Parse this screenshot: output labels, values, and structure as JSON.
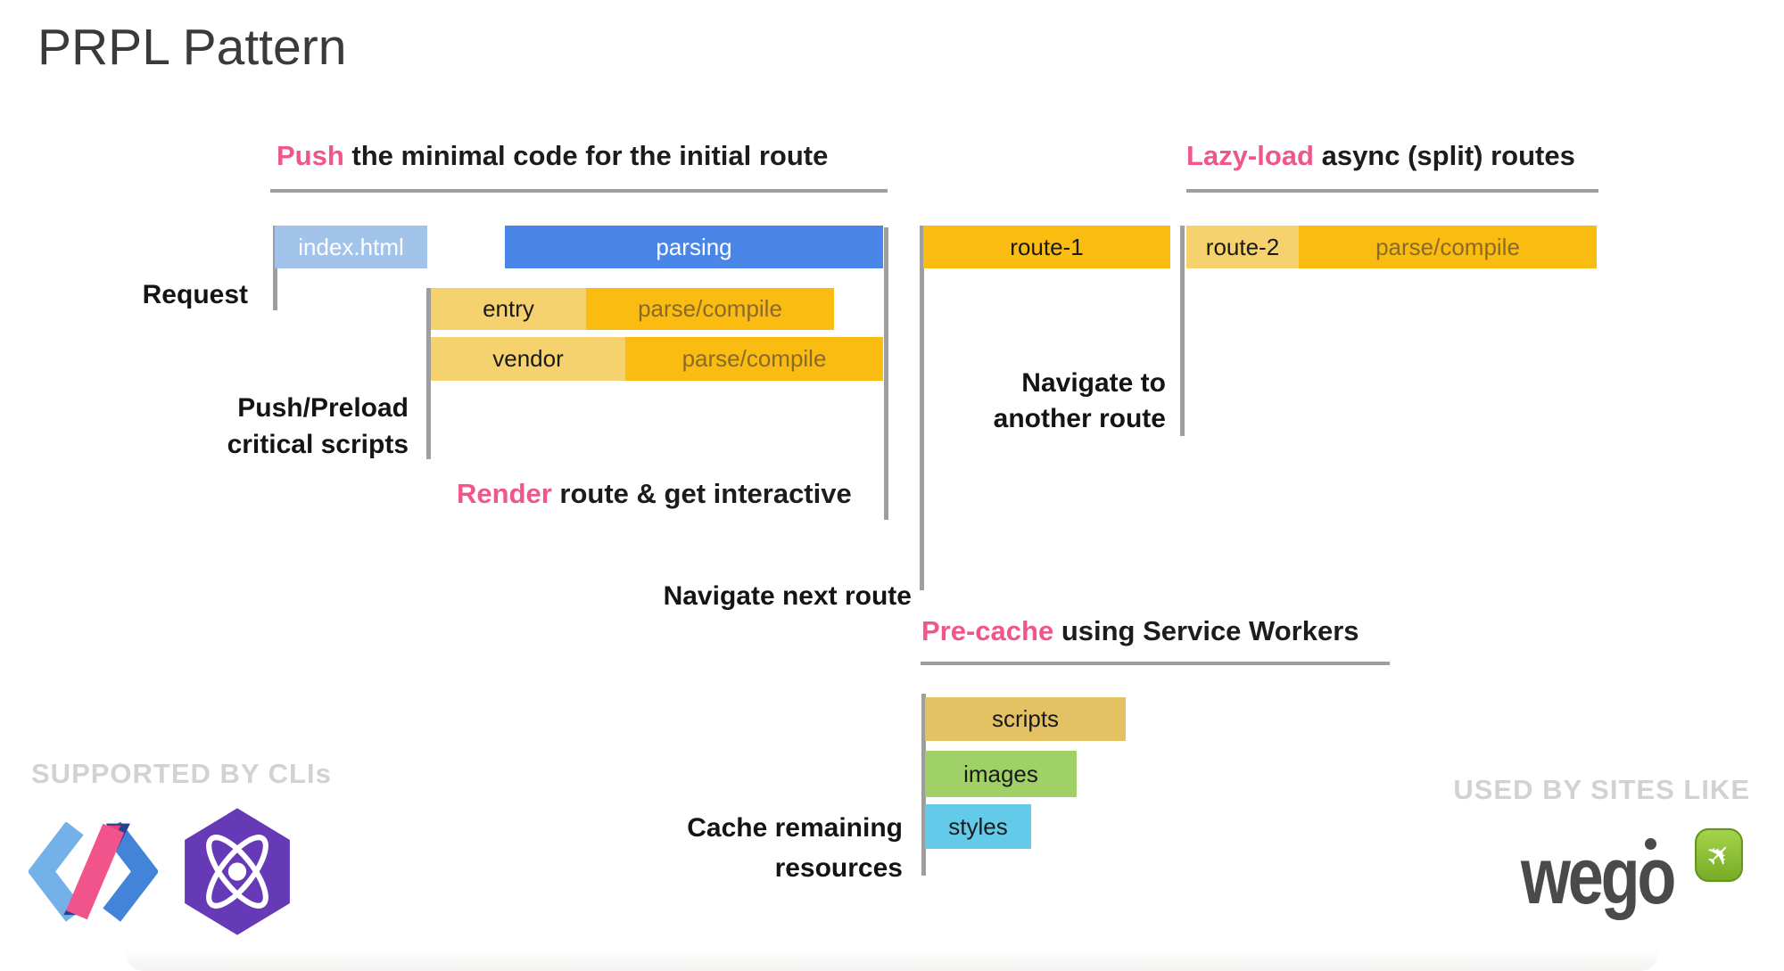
{
  "title": "PRPL Pattern",
  "headings": {
    "push": {
      "highlight": "Push",
      "rest": " the minimal code for the initial route"
    },
    "lazy_load": {
      "highlight": "Lazy-load",
      "rest": " async (split) routes"
    },
    "render": {
      "highlight": "Render",
      "rest": " route & get interactive"
    },
    "pre_cache": {
      "highlight": "Pre-cache",
      "rest": " using Service Workers"
    }
  },
  "labels": {
    "request": "Request",
    "push_preload": {
      "line1": "Push/Preload",
      "line2": "critical scripts"
    },
    "navigate_next": "Navigate next route",
    "navigate_another": {
      "line1": "Navigate to",
      "line2": "another route"
    },
    "cache_remaining": {
      "line1": "Cache remaining",
      "line2": "resources"
    }
  },
  "bars": {
    "index_html": "index.html",
    "parsing": "parsing",
    "entry": "entry",
    "entry_parse": "parse/compile",
    "vendor": "vendor",
    "vendor_parse": "parse/compile",
    "route1": "route-1",
    "route2": "route-2",
    "route2_parse": "parse/compile",
    "scripts": "scripts",
    "images": "images",
    "styles": "styles"
  },
  "footer": {
    "supported": "SUPPORTED BY CLIs",
    "used": "USED BY SITES LIKE",
    "wego_text": "wego"
  },
  "icons": {
    "polymer": "polymer-logo",
    "preact": "preact-logo",
    "wego_plane": "wego-plane-icon",
    "plane_glyph": "✈"
  },
  "colors": {
    "accent_pink": "#f0568c",
    "blue": "#4a86e8",
    "light_blue": "#a2c3ea",
    "orange": "#fbbc12",
    "light_yellow": "#f5d26e",
    "scripts_tan": "#e4c264",
    "images_green": "#a0d167",
    "styles_cyan": "#63cbe9",
    "timeline_gray": "#9e9e9e",
    "muted_gray": "#d2d2d2",
    "wego_gray": "#4a4a4c"
  }
}
